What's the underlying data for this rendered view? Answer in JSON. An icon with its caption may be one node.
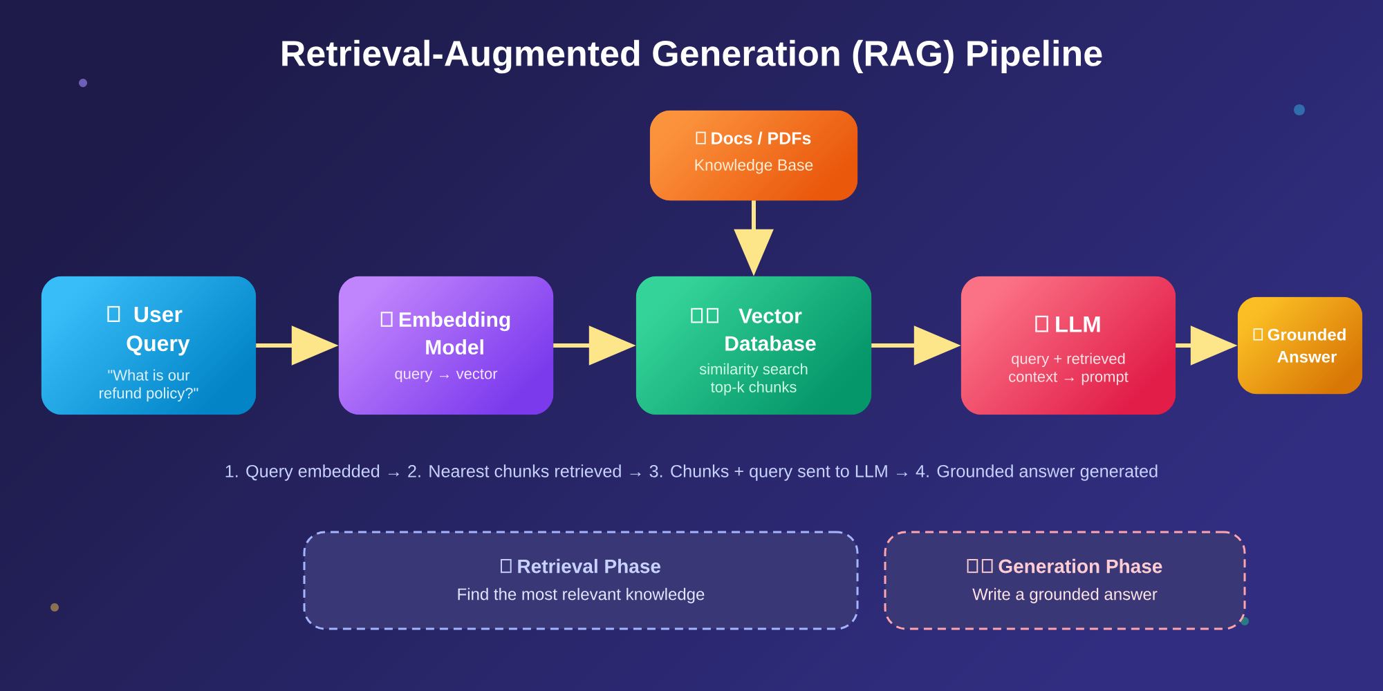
{
  "diagram": {
    "title": "Retrieval-Augmented Generation (RAG) Pipeline",
    "nodes": [
      {
        "text": [
          "User Query",
          "\"What is our refund policy?\""
        ]
      },
      {
        "text": [
          "Embedding Model",
          "query → vector"
        ]
      },
      {
        "text": [
          "Docs / PDFs",
          "Knowledge Base"
        ]
      },
      {
        "text": [
          "Vector Database",
          "similarity search top-k chunks"
        ]
      },
      {
        "text": [
          "LLM",
          "query + retrieved context → prompt"
        ]
      },
      {
        "text": [
          "Grounded Answer"
        ]
      },
      {
        "text": [
          "Retrieval Phase",
          "Find the most relevant knowledge"
        ]
      },
      {
        "text": [
          "Generation Phase",
          "Write a grounded answer"
        ]
      }
    ],
    "edges": [
      {
        "from": 0,
        "to": 1,
        "arrow": "to"
      },
      {
        "from": 1,
        "to": 3,
        "arrow": "to"
      },
      {
        "from": 2,
        "to": 3,
        "arrow": "to"
      },
      {
        "from": 3,
        "to": 4,
        "arrow": "to"
      },
      {
        "from": 4,
        "to": 5,
        "arrow": "to"
      }
    ],
    "labels": [
      "1. Query embedded → 2. Nearest chunks retrieved → 3. Chunks + query sent to LLM → 4. Grounded answer generated"
    ]
  }
}
